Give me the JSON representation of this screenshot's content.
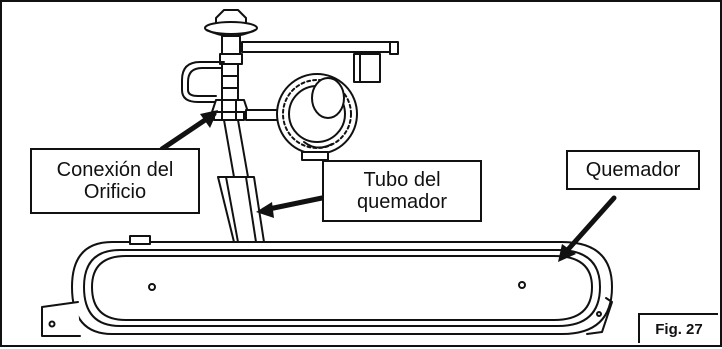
{
  "labels": {
    "orifice_connection": "Conexión del\nOrificio",
    "burner_tube": "Tubo del\nquemador",
    "burner": "Quemador",
    "figure_number": "Fig. 27"
  },
  "colors": {
    "line": "#111111",
    "background": "#ffffff"
  }
}
